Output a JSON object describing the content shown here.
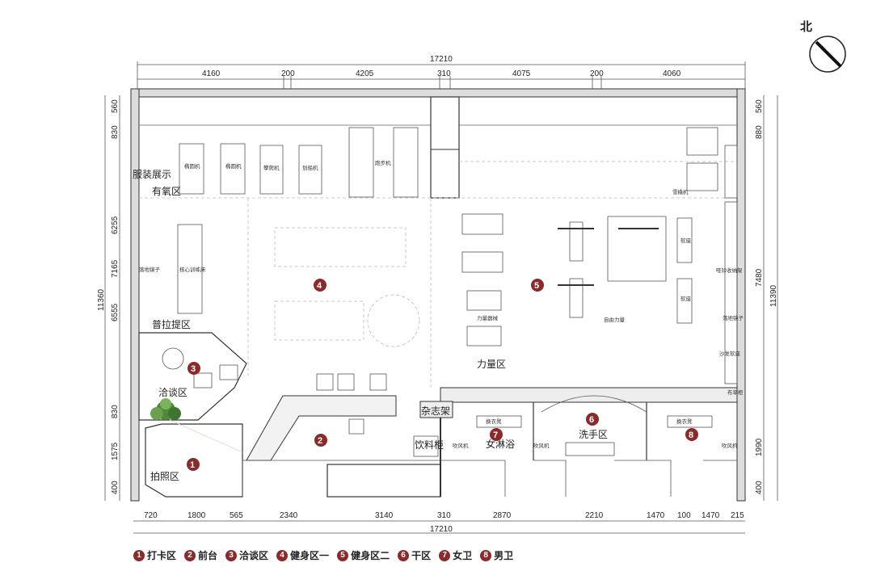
{
  "compass": {
    "label": "北"
  },
  "dims": {
    "top_total": "17210",
    "top": [
      "4160",
      "200",
      "4205",
      "310",
      "4075",
      "200",
      "4060"
    ],
    "bottom_total": "17210",
    "bottom": [
      "720",
      "1800",
      "565",
      "2340",
      "3140",
      "310",
      "2870",
      "2210",
      "1470",
      "100",
      "1470",
      "215"
    ],
    "left_total": "11360",
    "left": [
      "560",
      "830",
      "6255",
      "7165",
      "6555",
      "830",
      "1575",
      "400"
    ],
    "right_total": "11390",
    "right": [
      "560",
      "880",
      "7480",
      "1990",
      "400"
    ]
  },
  "labels": {
    "costume": "服装展示",
    "aerobic": "有氧区",
    "pilates": "普拉提区",
    "negotiation": "洽谈区",
    "photo": "拍照区",
    "magazine": "杂志架",
    "drinks": "饮料柜",
    "women_bath": "女淋浴",
    "washroom": "洗手区",
    "strength": "力量区"
  },
  "small_labels": {
    "elliptical1": "椭圆机",
    "elliptical2": "椭圆机",
    "stair": "攀爬机",
    "rowing": "划船机",
    "treadmill": "跑步机",
    "floor_mirror_left": "落地镜子",
    "core_bed": "核心训练床",
    "strength_equip": "力量器械",
    "free_weights": "自由力量",
    "soft_seat1": "软座",
    "soft_seat2": "软座",
    "dumbbell_rack": "哑铃收纳架",
    "floor_mirror_right": "落地镜子",
    "sofa": "沙发软座",
    "snow_machine": "雪橇机",
    "changing_bench_w": "换衣凳",
    "changing_bench_m": "换衣凳",
    "hairdryer1": "吹风机",
    "hairdryer2": "吹风机",
    "hairdryer3": "吹风机",
    "towel": "布草柜"
  },
  "zones": [
    {
      "num": "1",
      "name": "打卡区"
    },
    {
      "num": "2",
      "name": "前台"
    },
    {
      "num": "3",
      "name": "洽谈区"
    },
    {
      "num": "4",
      "name": "健身区一"
    },
    {
      "num": "5",
      "name": "健身区二"
    },
    {
      "num": "6",
      "name": "干区"
    },
    {
      "num": "7",
      "name": "女卫"
    },
    {
      "num": "8",
      "name": "男卫"
    }
  ],
  "colors": {
    "marker": "#8b2a2a",
    "wall": "#333333"
  }
}
